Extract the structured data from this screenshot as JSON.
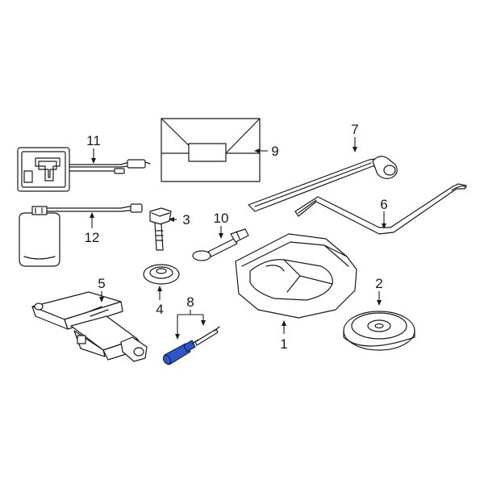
{
  "diagram": {
    "highlight_color": "#2f55c8",
    "line_color": "#1a1a1a",
    "callouts": {
      "c1": "1",
      "c2": "2",
      "c3": "3",
      "c4": "4",
      "c5": "5",
      "c6": "6",
      "c7": "7",
      "c8": "8",
      "c9": "9",
      "c10": "10",
      "c11": "11",
      "c12": "12"
    },
    "highlighted_callout": "8"
  }
}
